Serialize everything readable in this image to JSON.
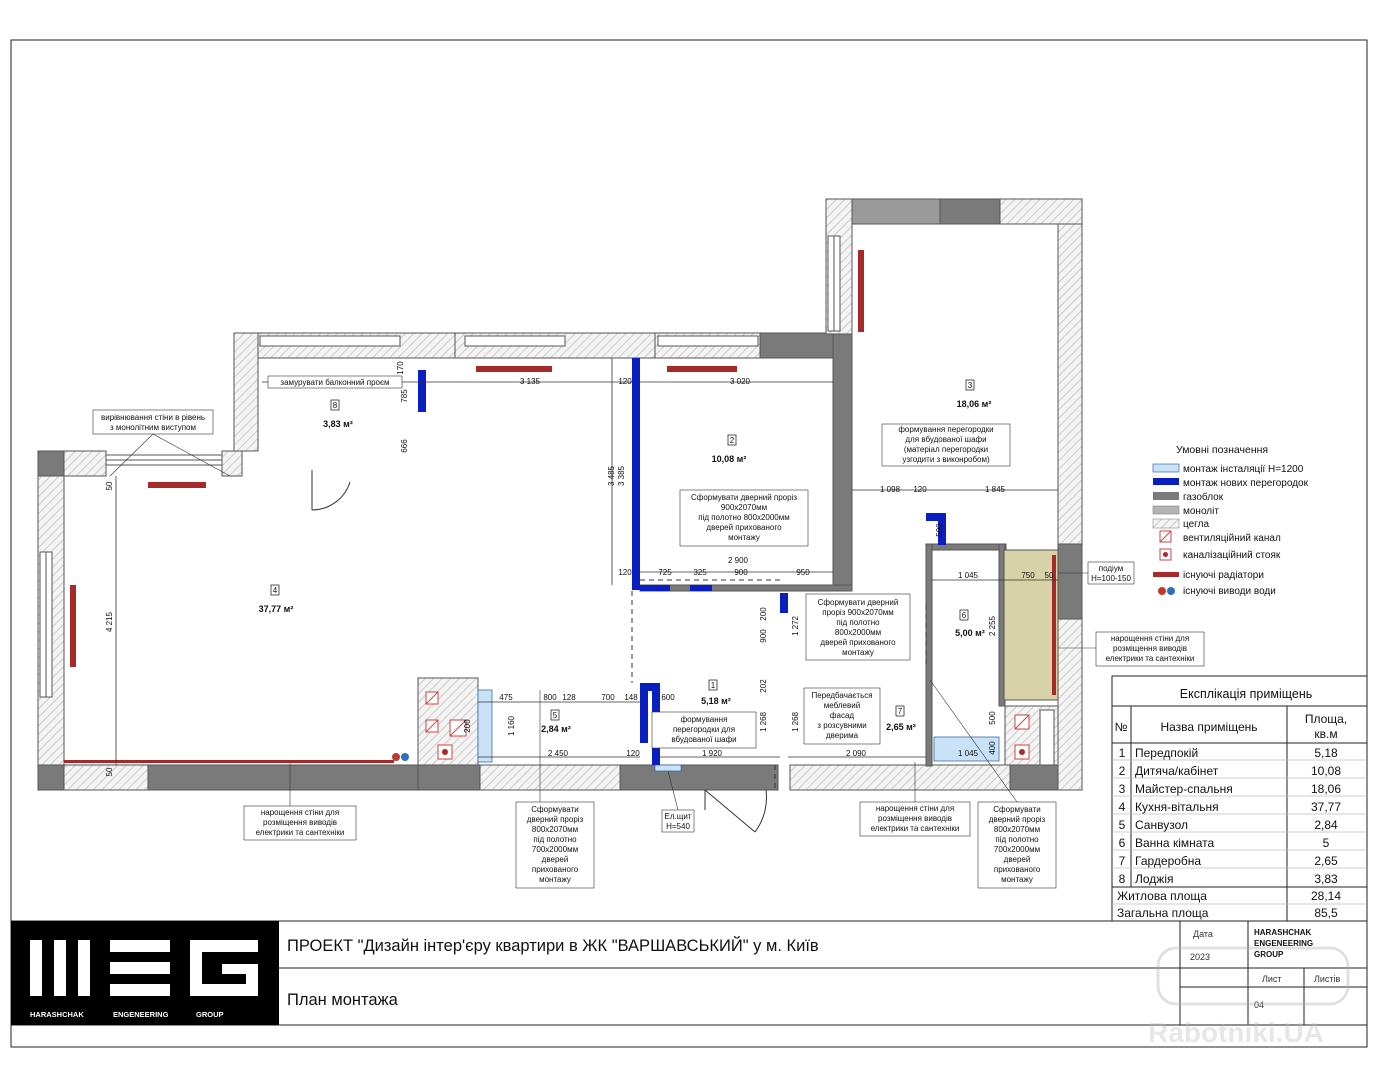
{
  "project_title": "ПРОЕКТ \"Дизайн інтер'єру квартири в ЖК \"ВАРШАВСЬКИЙ\" у м. Київ",
  "sheet_title": "План монтажа",
  "company": {
    "line1": "HARASHCHAK",
    "line2": "ENGENEERING",
    "line3": "GROUP",
    "logo_caption": [
      "HARASHCHAK",
      "ENGENEERING",
      "GROUP"
    ]
  },
  "stamp": {
    "date_label": "Дата",
    "date_value": "2023",
    "sheet_label": "Лист",
    "sheets_label": "Листів",
    "sheet_value": "04"
  },
  "watermark": "Rabotniki.UA",
  "colors": {
    "partition_new": "#0a1fbf",
    "installation": "#c9e2f7",
    "radiator": "#a52a2a",
    "gasblock": "#7a7a7a",
    "monolith": "#b4b4b4",
    "podium": "#d8d2a8"
  },
  "legend": {
    "title": "Умовні позначення",
    "items": [
      {
        "symbol": "installation",
        "label": "монтаж інсталяції Н=1200"
      },
      {
        "symbol": "partition",
        "label": "монтаж нових перегородок"
      },
      {
        "symbol": "gasblock",
        "label": "газоблок"
      },
      {
        "symbol": "monolith",
        "label": "моноліт"
      },
      {
        "symbol": "brick",
        "label": "цегла"
      },
      {
        "symbol": "vent",
        "label": "вентиляційний канал"
      },
      {
        "symbol": "sewer",
        "label": "каналізаційний стояк"
      },
      {
        "symbol": "radiator",
        "label": "існуючі радіатори"
      },
      {
        "symbol": "water",
        "label": "існуючі виводи води"
      }
    ]
  },
  "explication": {
    "title": "Експлікація приміщень",
    "headers": [
      "№",
      "Назва приміщень",
      "Площа, кв.м"
    ],
    "rows": [
      {
        "n": "1",
        "name": "Передпокій",
        "area": "5,18"
      },
      {
        "n": "2",
        "name": "Дитяча/кабінет",
        "area": "10,08"
      },
      {
        "n": "3",
        "name": "Майстер-спальня",
        "area": "18,06"
      },
      {
        "n": "4",
        "name": "Кухня-вітальня",
        "area": "37,77"
      },
      {
        "n": "5",
        "name": "Санвузол",
        "area": "2,84"
      },
      {
        "n": "6",
        "name": "Ванна кімната",
        "area": "5"
      },
      {
        "n": "7",
        "name": "Гардеробна",
        "area": "2,65"
      },
      {
        "n": "8",
        "name": "Лоджія",
        "area": "3,83"
      }
    ],
    "living_label": "Житлова площа",
    "living_value": "28,14",
    "total_label": "Загальна площа",
    "total_value": "85,5"
  },
  "rooms": [
    {
      "n": "1",
      "area": "5,18 м²"
    },
    {
      "n": "2",
      "area": "10,08 м²"
    },
    {
      "n": "3",
      "area": "18,06 м²"
    },
    {
      "n": "4",
      "area": "37,77 м²"
    },
    {
      "n": "5",
      "area": "2,84 м²"
    },
    {
      "n": "6",
      "area": "5,00 м²"
    },
    {
      "n": "7",
      "area": "2,65 м²"
    },
    {
      "n": "8",
      "area": "3,83 м²"
    }
  ],
  "notes": {
    "balcony": "замурувати балконний проєм",
    "align_wall": [
      "вирівнювання стіни в рівень",
      "з монолітним виступом"
    ],
    "partition_wardrobe_bedroom": [
      "формування перегородки",
      "для вбудованої шафи",
      "(матеріал перегородки",
      "узгодити з виконробом)"
    ],
    "door_kids": [
      "Сформувати дверний проріз",
      "900х2070мм",
      "під полотно 800х2000мм",
      "дверей прихованого",
      "монтажу"
    ],
    "door_hall": [
      "Сформувати дверний",
      "проріз 900х2070мм",
      "під полотно",
      "800х2000мм",
      "дверей прихованого",
      "монтажу"
    ],
    "partition_hall": [
      "формування",
      "перегородки для",
      "вбудованої шафи"
    ],
    "furniture_facade": [
      "Передбачається",
      "меблевий",
      "фасад",
      "з розсувними",
      "дверима"
    ],
    "podium": [
      "подіум",
      "Н=100-150"
    ],
    "wall_build_right": [
      "нарощення стіни для",
      "розміщення виводів",
      "електрики та сантехніки"
    ],
    "wall_build_bottom_left": [
      "нарощення стіни для",
      "розміщення виводів",
      "електрики та сантехніки"
    ],
    "wall_build_bottom_mid": [
      "нарощення стіни для",
      "розміщення виводів",
      "електрики та сантехніки"
    ],
    "door_bath_left": [
      "Сформувати",
      "дверний проріз",
      "800х2070мм",
      "під полотно",
      "700х2000мм",
      "дверей",
      "прихованого",
      "монтажу"
    ],
    "door_bath_right": [
      "Сформувати",
      "дверний проріз",
      "800х2070мм",
      "під полотно",
      "700х2000мм",
      "дверей",
      "прихованого",
      "монтажу"
    ],
    "electric_panel": [
      "Ел.щит",
      "Н=540"
    ]
  },
  "dims": [
    "3 135",
    "120",
    "3 020",
    "170",
    "785",
    "666",
    "3 485",
    "3 385",
    "2 900",
    "120",
    "725",
    "325",
    "900",
    "950",
    "1 098",
    "120",
    "1 845",
    "500",
    "1 045",
    "750",
    "50",
    "2 255",
    "200",
    "1 272",
    "900",
    "202",
    "1 268",
    "1 268",
    "2 090",
    "1 920",
    "500",
    "400",
    "1 045",
    "475",
    "800",
    "128",
    "700",
    "148",
    "600",
    "200",
    "1 160",
    "2 450",
    "120",
    "50",
    "4 215",
    "50"
  ]
}
